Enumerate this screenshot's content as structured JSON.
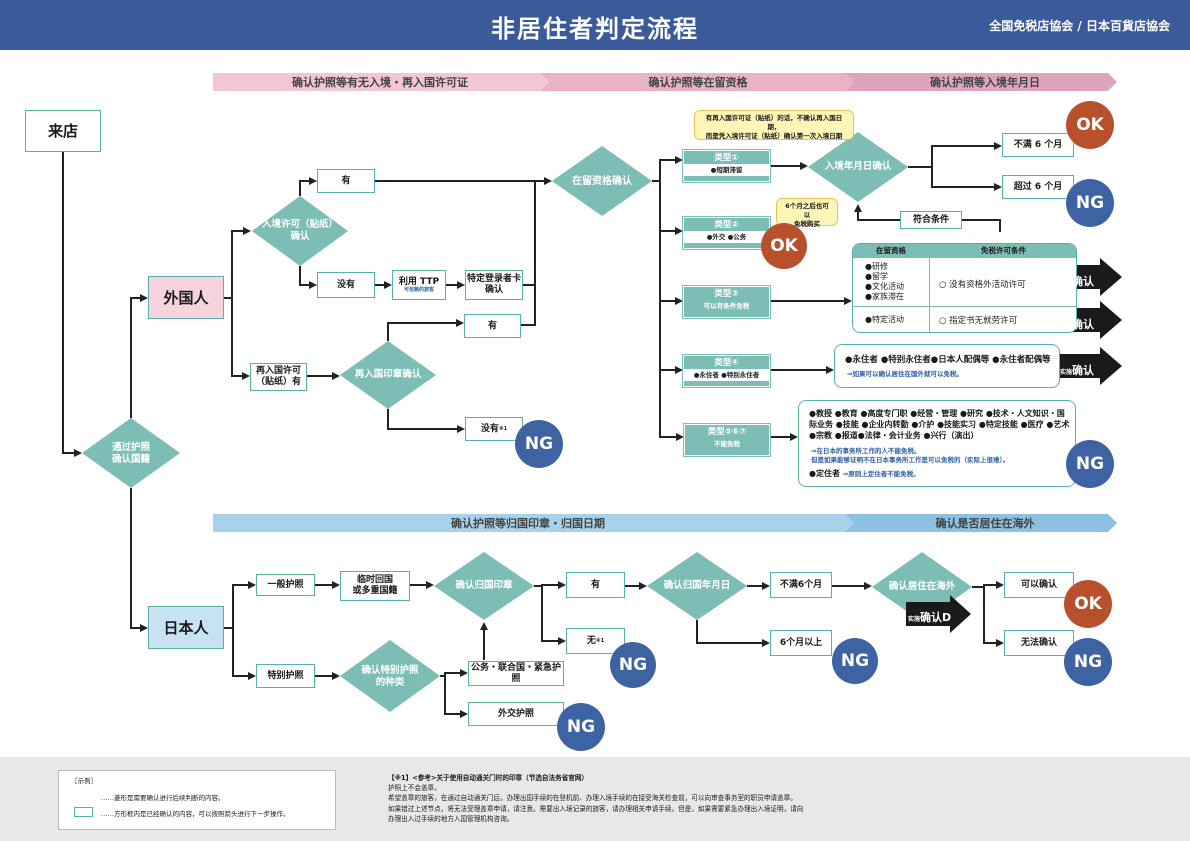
{
  "header": {
    "title": "非居住者判定流程",
    "org": "全国免税店協会 / 日本百貨店協会"
  },
  "stages_top": [
    "确认护照等有无入境・再入国许可证",
    "确认护照等在留资格",
    "确认护照等入境年月日"
  ],
  "stages_bottom": [
    "确认护照等归国印章・归国日期",
    "确认是否居住在海外"
  ],
  "start": "来店",
  "check_passport": "通过护照\n确认国籍",
  "foreigner": "外国人",
  "japanese": "日本人",
  "f": {
    "entry_permit": "入境许可（贴纸）\n确认",
    "yes": "有",
    "no": "没有",
    "use_ttp": "利用 TTP",
    "use_ttp_sub": "可信赖的旅客",
    "special_card": "特定登录者卡\n确认",
    "reentry": "再入国许可\n（贴纸）有",
    "reentry_stamp": "再入国印章确认",
    "yes2": "有",
    "no2": "没有",
    "no2_mark": "※1",
    "status_check": "在留资格确认",
    "type1": "类型①",
    "type1_sub": "●短期滞留",
    "type2": "类型②",
    "type2_sub": "●外交 ●公务",
    "type3": "类型③",
    "type3_sub": "可以有条件免税",
    "type4": "类型④",
    "type4_sub": "●永住者 ●特别永住者",
    "type567": "类型⑤⑥⑦",
    "type567_sub": "不能免税",
    "note1": "有再入国许可证（贴纸）的话，不确认再入国日期，\n而是凭入境许可证（贴纸）确认第一次入境日期",
    "note2": "6个月之后也可以\n免税购买",
    "entry_date": "入境年月日确认",
    "under6": "不满 6 个月",
    "over6": "超过 6 个月",
    "meet_cond": "符合条件",
    "table_h1": "在留资格",
    "table_h2": "免税许可条件",
    "table_r1_left": [
      "●研修",
      "●留学",
      "●文化活动",
      "●家族滞在"
    ],
    "table_r1_right": "○ 没有资格外活动许可",
    "table_r2_left": "●特定活动",
    "table_r2_right": "○ 指定书无就劳许可",
    "type4_text": "●永住者 ●特别永住者●日本人配偶等 ●永住者配偶等",
    "type4_note": "⇒如果可以确认居住在国外就可以免税。",
    "type567_text": "●教授 ●教育 ●高度专门职 ●经营・管理 ●研究 ●技术・人文知识・国际业务 ●技能 ●企业内转勤 ●介护 ●技能实习 ●特定技能 ●医疗 ●艺术 ●宗教 ●报道●法律・会计业务 ●兴行（演出）",
    "type567_note1": "⇒在日本的事务所工作的人不能免税。",
    "type567_note2": "但是如果能够证明不在日本事务所工作是可以免税的（实际上很难）。",
    "type567_text2": "●定住者",
    "type567_note3": "⇒原则上定住者不能免税。"
  },
  "confirm": {
    "impl": "实施",
    "a": "确认A",
    "b": "确认B",
    "c": "确认C",
    "d": "确认D"
  },
  "j": {
    "general": "一般护照",
    "temp": "临时回国\n或多重国籍",
    "return_stamp": "确认归国印章",
    "yes": "有",
    "none": "无",
    "none_mark": "※1",
    "return_date": "确认归国年月日",
    "under6": "不满6个月",
    "over6": "6个月以上",
    "residence": "确认居住在海外",
    "can": "可以确认",
    "cannot": "无法确认",
    "special": "特别护照",
    "special_type": "确认特别护照\n的种类",
    "official": "公务・联合国・紧急护照",
    "diplomatic": "外交护照"
  },
  "result": {
    "ok": "OK",
    "ng": "NG"
  },
  "footer": {
    "legend_title": "［示例］",
    "legend_1": "……菱形是需要确认进行后续判断的内容。",
    "legend_2": "……方形框内是已经确认的内容，可以按照箭头进行下一步操作。",
    "note_head": "【※1】<参考>关于使用自动通关门时的印章（节选自法务省官网）",
    "note_l1": "护照上不会盖章。",
    "note_l2": "希望盖章的旅客，在通过自动通关门后，办理出国手续的在登机前、办理入境手续的在接受海关检查前，可以向审查事务室的职员申请盖章。",
    "note_l3": "如果错过上述节点，将无法受理盖章申请，请注意。需要出入境记录的旅客，请办理相关申请手续。但是，如果需要紧急办理出入境证明，请向",
    "note_l4": "办理出入过手续的地方入国管理机构咨询。"
  },
  "colors": {
    "header": "#3b5a9a",
    "teal": "#7cbdb5",
    "ok": "#b9502c",
    "ng": "#3e63a3",
    "pink": "#f2c6d4",
    "blue": "#a8d2ea"
  }
}
